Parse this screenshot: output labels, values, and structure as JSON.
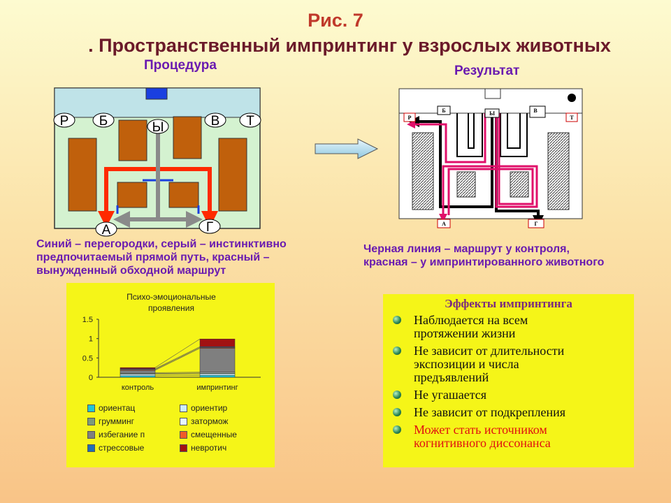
{
  "title": {
    "line1": "Рис. 7",
    "line2": ". Пространственный импринтинг у взрослых животных"
  },
  "left": {
    "heading": "Процедура",
    "labels": {
      "r": "Р",
      "b": "Б",
      "y": "Ы",
      "v": "В",
      "t": "Т",
      "a": "А",
      "g": "Г"
    },
    "caption": [
      "Синий – перегородки, серый – инстинктивно",
      "предпочитаемый прямой путь, красный –",
      "вынужденный обходной маршрут"
    ]
  },
  "right": {
    "heading": "Результат",
    "labels": {
      "r": "Р",
      "b": "Б",
      "y": "Ы",
      "v": "В",
      "t": "Т",
      "a": "А",
      "g": "Г"
    },
    "caption": [
      "Черная линия – маршрут у контроля,",
      "красная – у импринтированного животного"
    ]
  },
  "chart_data": {
    "type": "bar",
    "title": "Психо-эмоциональные проявления",
    "title_lines": [
      "Психо-эмоциональные",
      "проявления"
    ],
    "categories": [
      "контроль",
      "импринтинг"
    ],
    "ylim": [
      0,
      1.5
    ],
    "ticks": [
      "1.5",
      "1",
      "0.5",
      "0"
    ],
    "stacked": true,
    "series": [
      {
        "name": "ориентац",
        "color": "#22c4d4",
        "values": [
          0.04,
          0.05
        ]
      },
      {
        "name": "ориентир",
        "color": "#cdeeff",
        "values": [
          0.04,
          0.04
        ]
      },
      {
        "name": "грумминг",
        "color": "#7c9a7c",
        "values": [
          0.02,
          0.02
        ]
      },
      {
        "name": "затормож",
        "color": "#e6f7ff",
        "values": [
          0.02,
          0.02
        ]
      },
      {
        "name": "избегание п",
        "color": "#7f7f7f",
        "values": [
          0.06,
          0.62
        ]
      },
      {
        "name": "смещенные",
        "color": "#f05a28",
        "values": [
          0.02,
          0.02
        ]
      },
      {
        "name": "стрессовые",
        "color": "#1f6fb5",
        "values": [
          0.02,
          0.02
        ]
      },
      {
        "name": "невротич",
        "color": "#a11212",
        "values": [
          0.03,
          0.2
        ]
      }
    ]
  },
  "effects": {
    "title": "Эффекты импринтинга",
    "items": [
      {
        "lines": [
          "Наблюдается на всем",
          "протяжении жизни"
        ],
        "red": false
      },
      {
        "lines": [
          "Не зависит от длительности",
          "экспозиции и числа",
          "предъявлений"
        ],
        "red": false
      },
      {
        "lines": [
          "Не угашается"
        ],
        "red": false
      },
      {
        "lines": [
          "Не зависит от подкрепления"
        ],
        "red": false
      },
      {
        "lines": [
          "Может стать источником",
          "когнитивного диссонанса"
        ],
        "red": true
      }
    ]
  },
  "colors": {
    "title_red": "#c0392b",
    "caption_purple": "#6a1bb0",
    "box_yellow": "#f5f518",
    "brown": "#c0600c",
    "route_red": "#ff2a00",
    "route_pink": "#e0106a"
  }
}
